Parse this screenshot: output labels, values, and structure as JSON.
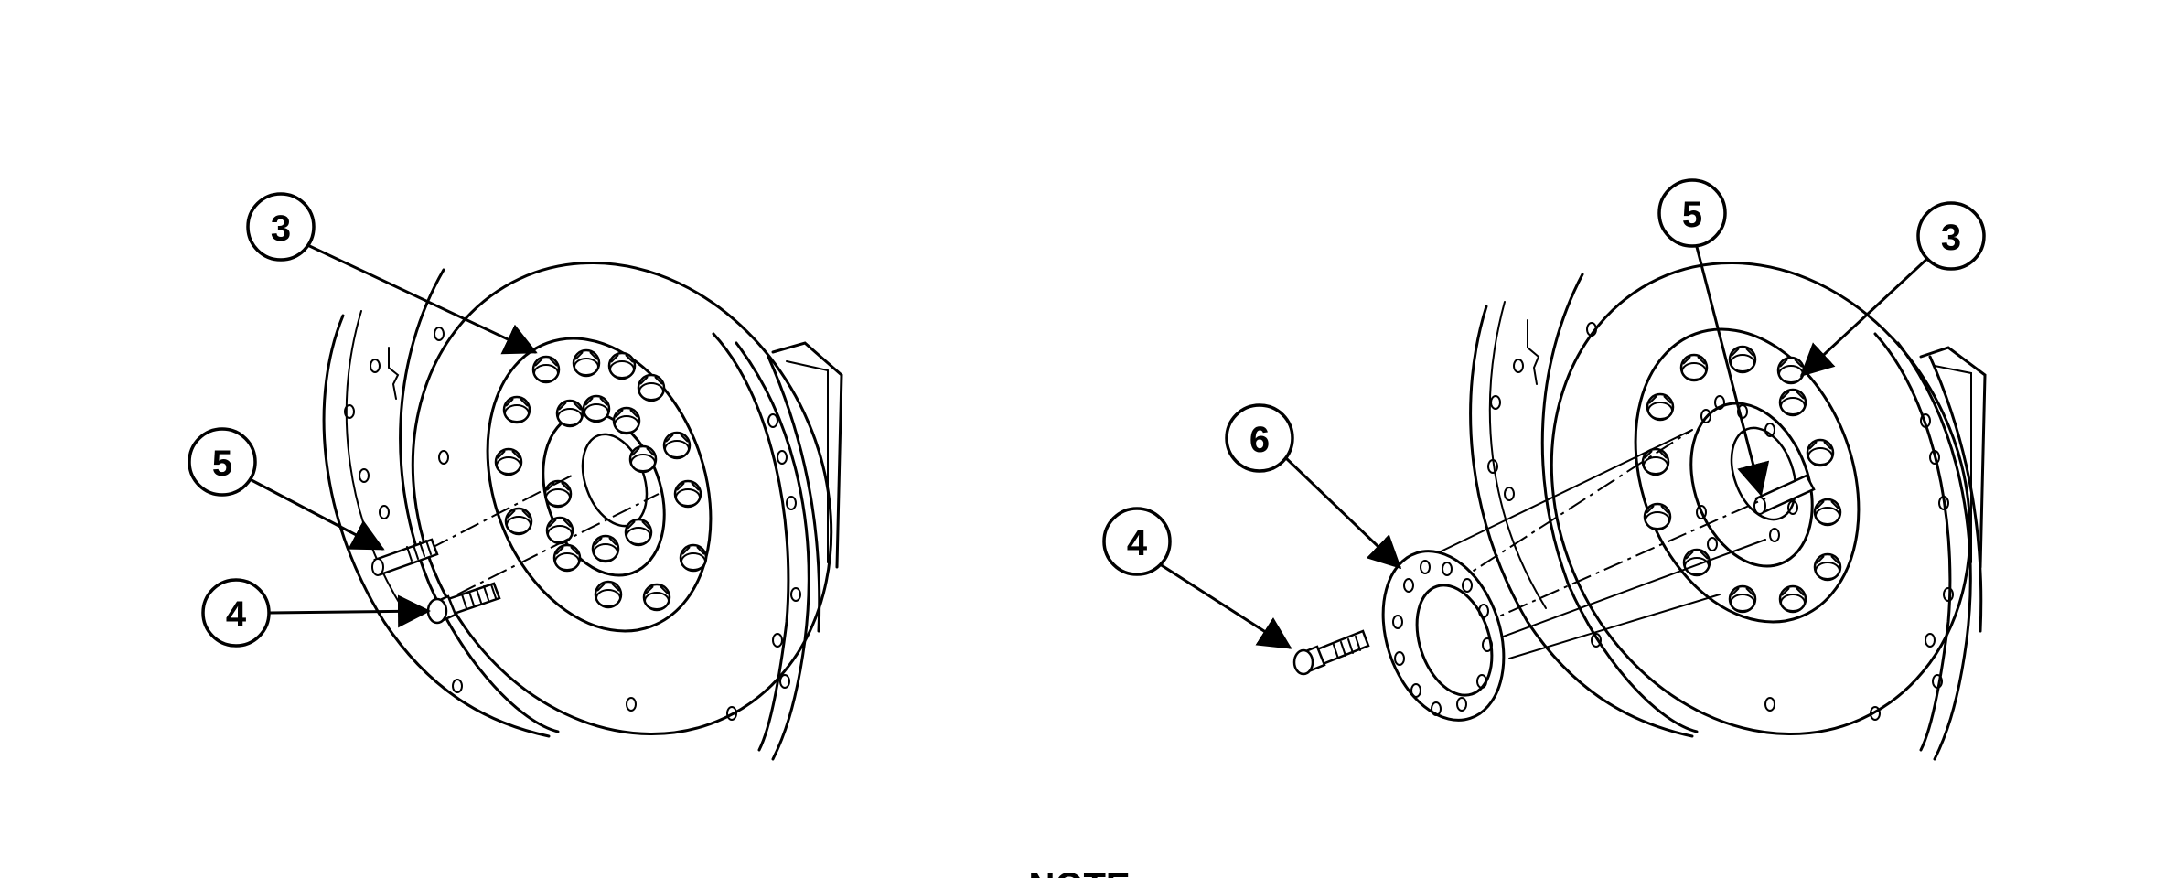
{
  "figure": {
    "left_view": {
      "callouts": [
        {
          "id": "left-callout-3",
          "label": "3"
        },
        {
          "id": "left-callout-5",
          "label": "5"
        },
        {
          "id": "left-callout-4",
          "label": "4"
        }
      ]
    },
    "right_view": {
      "callouts": [
        {
          "id": "right-callout-5",
          "label": "5"
        },
        {
          "id": "right-callout-3",
          "label": "3"
        },
        {
          "id": "right-callout-6",
          "label": "6"
        },
        {
          "id": "right-callout-4",
          "label": "4"
        }
      ]
    },
    "note_heading": "NOTE"
  }
}
